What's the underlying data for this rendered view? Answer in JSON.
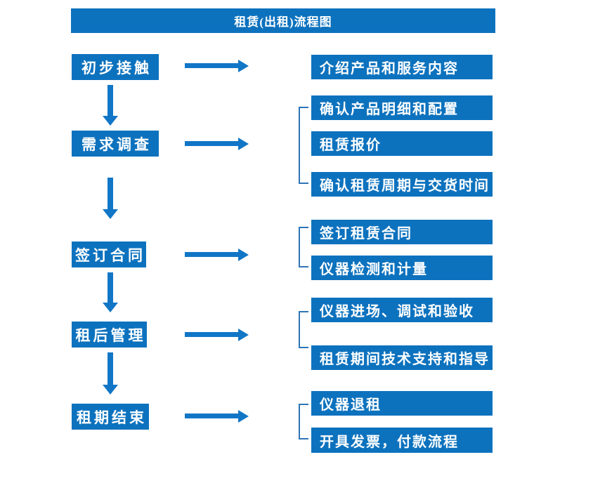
{
  "header": {
    "title": "租赁(出租)流程图"
  },
  "colors": {
    "box_blue": "#0d72be",
    "arrow_blue": "#1176c6",
    "bracket_blue": "#2e75b6",
    "text_white": "#ffffff",
    "bg": "#ffffff"
  },
  "icons": {
    "down_arrow": "thick blue down arrow connector",
    "right_arrow": "thick blue right arrow connector",
    "group_bracket": "thin blue square bracket grouping detail boxes"
  },
  "flow": {
    "steps": [
      {
        "label": "初步接触",
        "details": [
          "介绍产品和服务内容"
        ]
      },
      {
        "label": "需求调查",
        "details": [
          "确认产品明细和配置",
          "租赁报价",
          "确认租赁周期与交货时间"
        ]
      },
      {
        "label": "签订合同",
        "details": [
          "签订租赁合同",
          "仪器检测和计量"
        ]
      },
      {
        "label": "租后管理",
        "details": [
          "仪器进场、调试和验收",
          "租赁期间技术支持和指导"
        ]
      },
      {
        "label": "租期结束",
        "details": [
          "仪器退租",
          "开具发票，付款流程"
        ]
      }
    ]
  }
}
